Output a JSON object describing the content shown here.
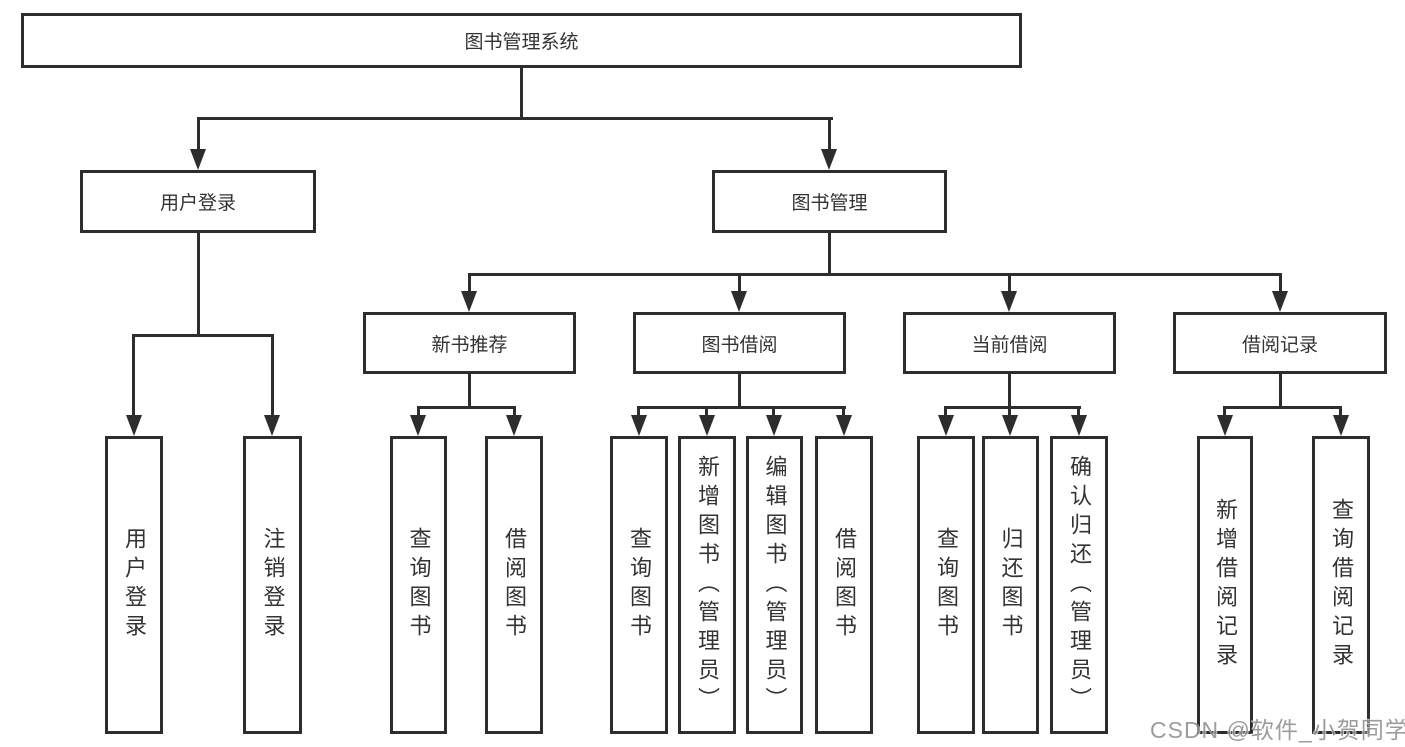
{
  "diagram": {
    "root": {
      "label": "图书管理系统"
    },
    "user_login_branch": {
      "label": "用户登录",
      "children": [
        {
          "label": "用户登录"
        },
        {
          "label": "注销登录"
        }
      ]
    },
    "book_management_branch": {
      "label": "图书管理",
      "groups": [
        {
          "label": "新书推荐",
          "children": [
            {
              "label": "查询图书"
            },
            {
              "label": "借阅图书"
            }
          ]
        },
        {
          "label": "图书借阅",
          "children": [
            {
              "label": "查询图书"
            },
            {
              "label": "新增图书（管理员）"
            },
            {
              "label": "编辑图书（管理员）"
            },
            {
              "label": "借阅图书"
            }
          ]
        },
        {
          "label": "当前借阅",
          "children": [
            {
              "label": "查询图书"
            },
            {
              "label": "归还图书"
            },
            {
              "label": "确认归还（管理员）"
            }
          ]
        },
        {
          "label": "借阅记录",
          "children": [
            {
              "label": "新增借阅记录"
            },
            {
              "label": "查询借阅记录"
            }
          ]
        }
      ]
    }
  },
  "watermark": {
    "text": "CSDN @软件_小贺同学"
  },
  "colors": {
    "line": "#2d2d2d",
    "text": "#333333",
    "background": "#ffffff",
    "watermark": "#8f8f8f"
  }
}
